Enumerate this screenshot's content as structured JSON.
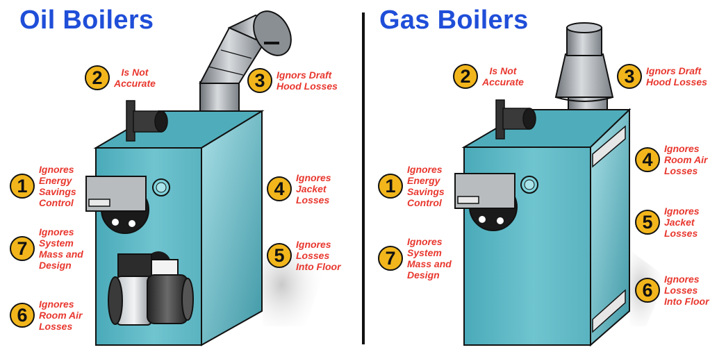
{
  "panels": [
    {
      "title": "Oil Boilers",
      "callouts": [
        {
          "num": "1",
          "text": "Ignores\nEnergy\nSavings\nControl"
        },
        {
          "num": "2",
          "text": "Is Not\nAccurate"
        },
        {
          "num": "3",
          "text": "Ignors Draft\nHood Losses"
        },
        {
          "num": "4",
          "text": "Ignores\nJacket\nLosses"
        },
        {
          "num": "5",
          "text": "Ignores\nLosses\nInto Floor"
        },
        {
          "num": "6",
          "text": "Ignores\nRoom Air\nLosses"
        },
        {
          "num": "7",
          "text": "Ignores\nSystem\nMass and\nDesign"
        }
      ]
    },
    {
      "title": "Gas Boilers",
      "callouts": [
        {
          "num": "1",
          "text": "Ignores\nEnergy\nSavings\nControl"
        },
        {
          "num": "2",
          "text": "Is Not\nAccurate"
        },
        {
          "num": "3",
          "text": "Ignors Draft\nHood Losses"
        },
        {
          "num": "4",
          "text": "Ignores\nRoom Air\nLosses"
        },
        {
          "num": "5",
          "text": "Ignores\nJacket\nLosses"
        },
        {
          "num": "6",
          "text": "Ignores\nLosses\nInto Floor"
        },
        {
          "num": "7",
          "text": "Ignores\nSystem\nMass and\nDesign"
        }
      ]
    }
  ],
  "colors": {
    "title": "#1f4ed8",
    "badge": "#f2b61c",
    "callout_text": "#e8372e",
    "jacket_front": "#5fb9c6",
    "jacket_side": "#3d97a6",
    "jacket_top": "#4fadbb",
    "metal": "#9aa0a6"
  }
}
